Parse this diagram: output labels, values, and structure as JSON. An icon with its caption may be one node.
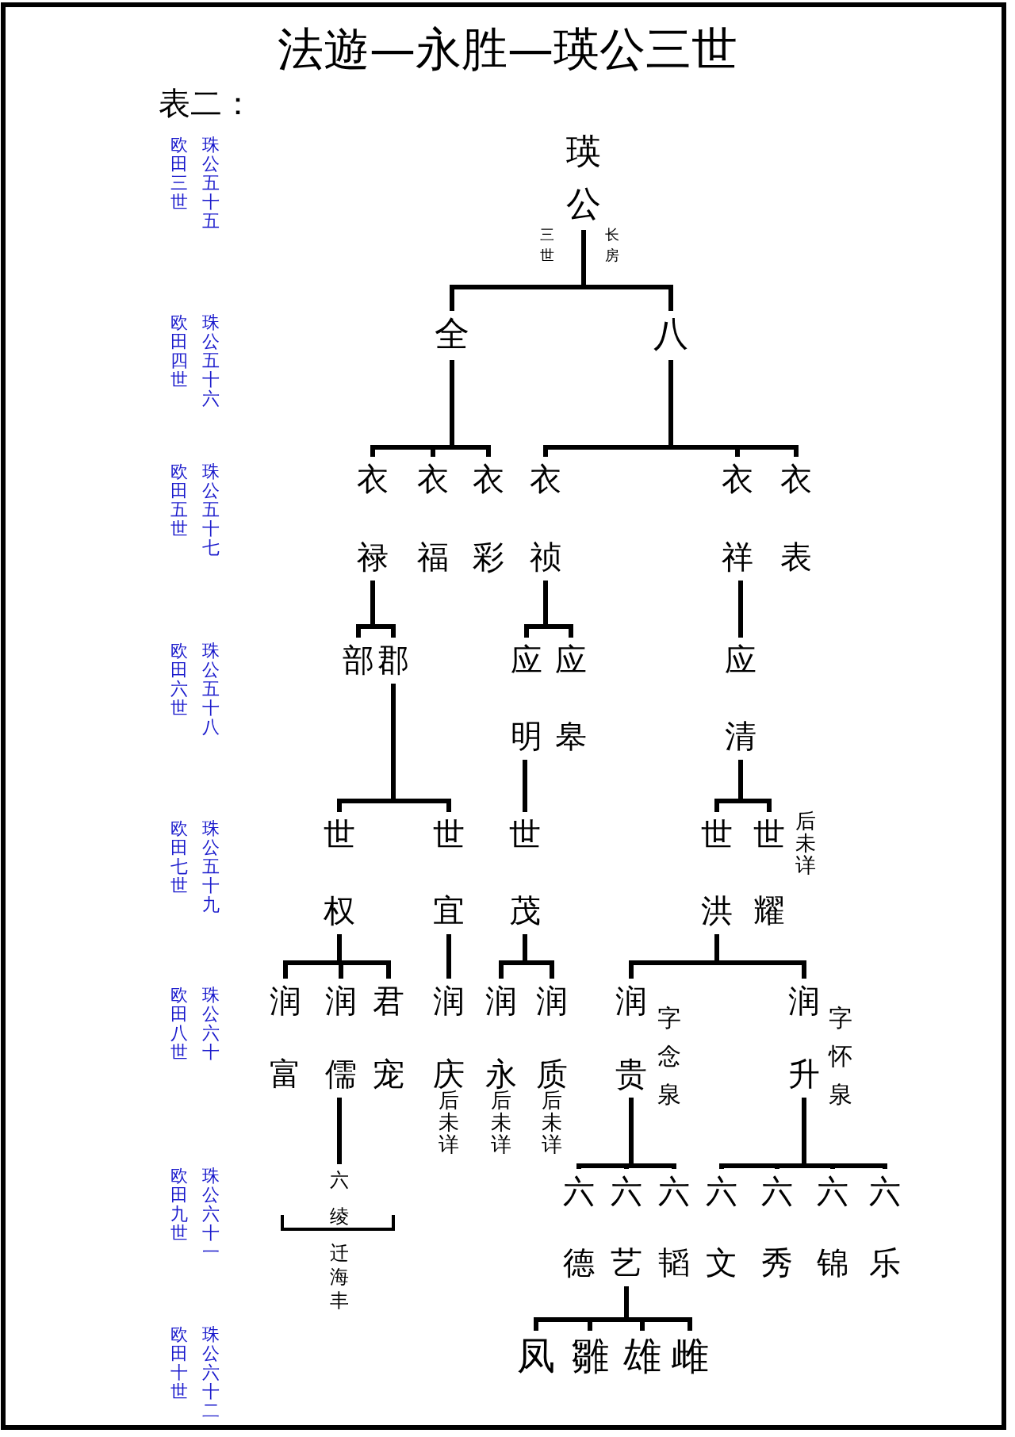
{
  "diagram": {
    "title": "法遊—永胜—瑛公三世",
    "nodes": [
      {
        "text": [
          "瑛公"
        ]
      },
      {
        "text": [
          "全"
        ]
      },
      {
        "text": [
          "八"
        ]
      },
      {
        "text": [
          "衣禄"
        ]
      },
      {
        "text": [
          "衣福"
        ]
      },
      {
        "text": [
          "衣彩"
        ]
      },
      {
        "text": [
          "衣祯"
        ]
      },
      {
        "text": [
          "衣祥"
        ]
      },
      {
        "text": [
          "衣表"
        ]
      },
      {
        "text": [
          "部"
        ]
      },
      {
        "text": [
          "郡"
        ]
      },
      {
        "text": [
          "应明"
        ]
      },
      {
        "text": [
          "应皋"
        ]
      },
      {
        "text": [
          "应清"
        ]
      },
      {
        "text": [
          "世权"
        ]
      },
      {
        "text": [
          "世宜"
        ]
      },
      {
        "text": [
          "世茂"
        ]
      },
      {
        "text": [
          "世洪"
        ]
      },
      {
        "text": [
          "世耀"
        ],
        "beside": [
          "后未详"
        ]
      },
      {
        "text": [
          "润富"
        ]
      },
      {
        "text": [
          "润儒"
        ]
      },
      {
        "text": [
          "君宠"
        ]
      },
      {
        "text": [
          "润庆"
        ],
        "beside": [
          "后未详"
        ]
      },
      {
        "text": [
          "润永"
        ],
        "beside": [
          "后未详"
        ]
      },
      {
        "text": [
          "润质"
        ],
        "beside": [
          "后未详"
        ]
      },
      {
        "text": [
          "润贵"
        ],
        "beside": [
          "字念泉"
        ]
      },
      {
        "text": [
          "润升"
        ],
        "beside": [
          "字怀泉"
        ]
      },
      {
        "text": [
          "六绫"
        ],
        "beside": [
          "迁海丰"
        ]
      },
      {
        "text": [
          "六德"
        ]
      },
      {
        "text": [
          "六艺"
        ]
      },
      {
        "text": [
          "六韬"
        ]
      },
      {
        "text": [
          "六文"
        ]
      },
      {
        "text": [
          "六秀"
        ]
      },
      {
        "text": [
          "六锦"
        ]
      },
      {
        "text": [
          "六乐"
        ]
      },
      {
        "text": [
          "凤"
        ]
      },
      {
        "text": [
          "雛"
        ]
      },
      {
        "text": [
          "雄"
        ]
      },
      {
        "text": [
          "雌"
        ]
      }
    ],
    "edges": [
      {
        "from": 0,
        "to": 1,
        "arrow": "none"
      },
      {
        "from": 0,
        "to": 2,
        "arrow": "none"
      },
      {
        "from": 1,
        "to": 3,
        "arrow": "none"
      },
      {
        "from": 1,
        "to": 4,
        "arrow": "none"
      },
      {
        "from": 1,
        "to": 5,
        "arrow": "none"
      },
      {
        "from": 2,
        "to": 6,
        "arrow": "none"
      },
      {
        "from": 2,
        "to": 7,
        "arrow": "none"
      },
      {
        "from": 2,
        "to": 8,
        "arrow": "none"
      },
      {
        "from": 3,
        "to": 9,
        "arrow": "none"
      },
      {
        "from": 3,
        "to": 10,
        "arrow": "none"
      },
      {
        "from": 6,
        "to": 11,
        "arrow": "none"
      },
      {
        "from": 6,
        "to": 12,
        "arrow": "none"
      },
      {
        "from": 7,
        "to": 13,
        "arrow": "none"
      },
      {
        "from": 10,
        "to": 14,
        "arrow": "none"
      },
      {
        "from": 10,
        "to": 15,
        "arrow": "none"
      },
      {
        "from": 11,
        "to": 16,
        "arrow": "none"
      },
      {
        "from": 13,
        "to": 17,
        "arrow": "none"
      },
      {
        "from": 13,
        "to": 18,
        "arrow": "none"
      },
      {
        "from": 14,
        "to": 19,
        "arrow": "none"
      },
      {
        "from": 14,
        "to": 20,
        "arrow": "none"
      },
      {
        "from": 14,
        "to": 21,
        "arrow": "none"
      },
      {
        "from": 15,
        "to": 22,
        "arrow": "none"
      },
      {
        "from": 16,
        "to": 23,
        "arrow": "none"
      },
      {
        "from": 16,
        "to": 24,
        "arrow": "none"
      },
      {
        "from": 17,
        "to": 25,
        "arrow": "none"
      },
      {
        "from": 17,
        "to": 26,
        "arrow": "none"
      },
      {
        "from": 20,
        "to": 27,
        "arrow": "none"
      },
      {
        "from": 25,
        "to": 28,
        "arrow": "none"
      },
      {
        "from": 25,
        "to": 29,
        "arrow": "none"
      },
      {
        "from": 25,
        "to": 30,
        "arrow": "none"
      },
      {
        "from": 26,
        "to": 31,
        "arrow": "none"
      },
      {
        "from": 26,
        "to": 32,
        "arrow": "none"
      },
      {
        "from": 26,
        "to": 33,
        "arrow": "none"
      },
      {
        "from": 26,
        "to": 34,
        "arrow": "none"
      },
      {
        "from": 29,
        "to": 35,
        "arrow": "none"
      },
      {
        "from": 29,
        "to": 36,
        "arrow": "none"
      },
      {
        "from": 29,
        "to": 37,
        "arrow": "none"
      },
      {
        "from": 29,
        "to": 38,
        "arrow": "none"
      }
    ],
    "labels": [
      "表二：",
      "珠公五十五",
      "欧田三世",
      "三世",
      "长房",
      "珠公五十六",
      "欧田四世",
      "珠公五十七",
      "欧田五世",
      "珠公五十八",
      "欧田六世",
      "珠公五十九",
      "欧田七世",
      "珠公六十",
      "欧田八世",
      "珠公六十一",
      "欧田九世",
      "珠公六十二",
      "欧田十世"
    ]
  }
}
